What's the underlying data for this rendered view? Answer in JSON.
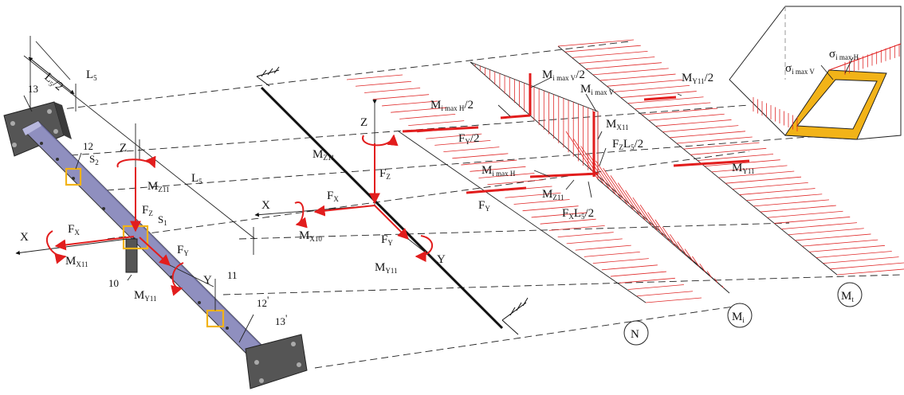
{
  "colors": {
    "force": "#e21d1d",
    "hatch": "#e02a2a",
    "beam": "#8f8fbf",
    "plate": "#505050",
    "highlight": "#f2b318"
  },
  "labels": {
    "L5_top": "L",
    "L5_top_sub": "5",
    "L5_half": "L",
    "L5_half_sub": "5",
    "L5_half_den": "/2",
    "L5_mid": "L",
    "L5_mid_sub": "5",
    "n13": "13",
    "n12": "12",
    "S2": "S",
    "S2_sub": "2",
    "n10": "10",
    "n11": "11",
    "n12p": "12",
    "n13p": "13",
    "FZ_left": "F",
    "FZ_left_sub": "Z",
    "S1": "S",
    "S1_sub": "1",
    "FX_left": "F",
    "FX_left_sub": "X",
    "FY_left": "F",
    "FY_left_sub": "Y",
    "X_left": "X",
    "Z_left": "Z",
    "Y_left": "Y",
    "MZ11_left": "M",
    "MZ11_left_sub": "Z11",
    "MX11_left": "M",
    "MX11_left_sub": "X11",
    "MY11_left": "M",
    "MY11_left_sub": "Y11",
    "Z_mid": "Z",
    "MZ11_mid": "M",
    "MZ11_mid_sub": "Z11",
    "FZ_mid": "F",
    "FZ_mid_sub": "Z",
    "X_mid": "X",
    "FX_mid": "F",
    "FX_mid_sub": "X",
    "MX10_mid": "M",
    "MX10_mid_sub": "X10",
    "FY_mid": "F",
    "FY_mid_sub": "Y",
    "MY11_mid": "M",
    "MY11_mid_sub": "Y11",
    "Y_mid": "Y",
    "FY2": "F",
    "FY2_sub": "Y",
    "FY2_den": "/2",
    "FY_diag": "F",
    "FY_diag_sub": "Y",
    "MimaxV2": "M",
    "MimaxV2_sub": "i max V",
    "MimaxV2_den": "/2",
    "MimaxV": "M",
    "MimaxV_sub": "i max V",
    "MimaxH2": "M",
    "MimaxH2_sub": "i max H",
    "MimaxH2_den": "/2",
    "MimaxH": "M",
    "MimaxH_sub": "i max H",
    "MX11_diag": "M",
    "MX11_diag_sub": "X11",
    "FZL52": "F",
    "FZL52_sub1": "Z",
    "FZL52_mid": "L",
    "FZL52_sub2": "5",
    "FZL52_den": "/2",
    "MZ11_diag": "M",
    "MZ11_diag_sub": "Z11",
    "FXL52": "F",
    "FXL52_sub1": "X",
    "FXL52_mid": "L",
    "FXL52_sub2": "5",
    "FXL52_den": "/2",
    "MY112": "M",
    "MY112_sub": "Y11",
    "MY112_den": "/2",
    "MY11_diag": "M",
    "MY11_diag_sub": "Y11",
    "N": "N",
    "Mi": "M",
    "Mi_sub": "i",
    "Mt": "M",
    "Mt_sub": "t",
    "sigmaV": "σ",
    "sigmaV_sub": "i max V",
    "sigmaH": "σ",
    "sigmaH_sub": "i max H"
  }
}
